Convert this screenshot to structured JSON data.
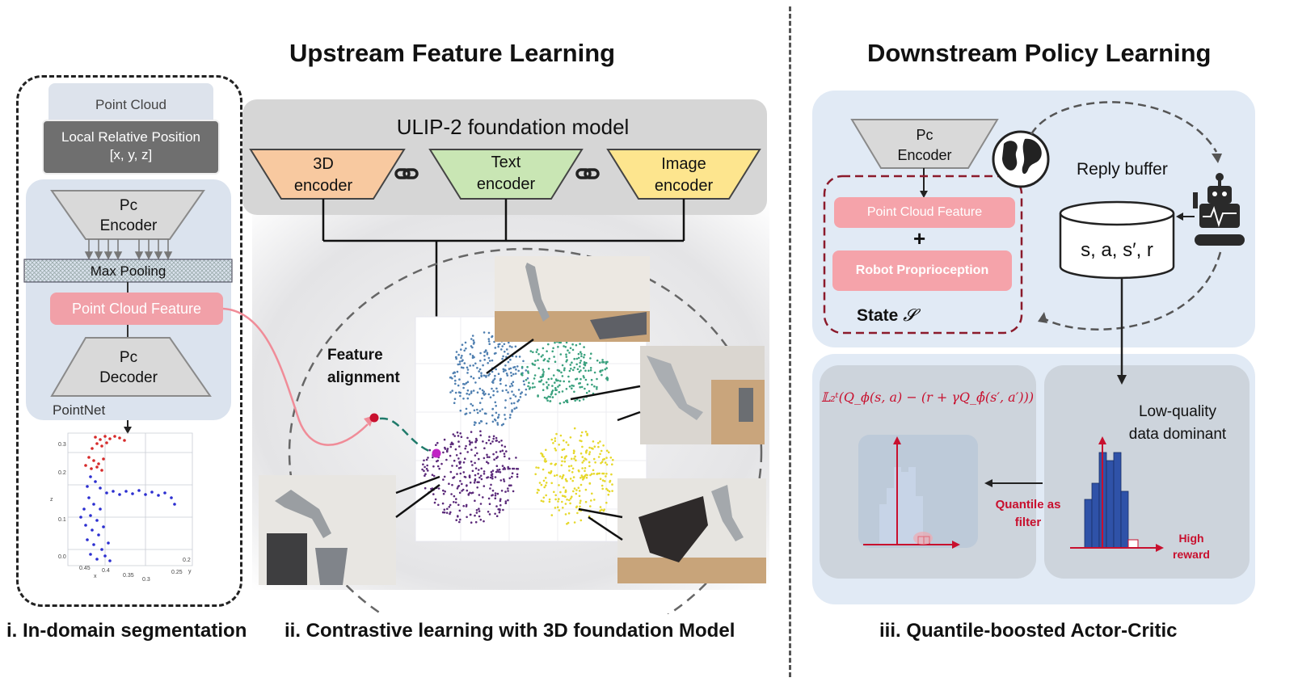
{
  "titles": {
    "upstream": "Upstream Feature Learning",
    "downstream": "Downstream Policy Learning"
  },
  "captions": {
    "i": "i. In-domain segmentation",
    "ii": "ii. Contrastive learning with 3D foundation Model",
    "iii": "iii. Quantile-boosted Actor-Critic"
  },
  "segmentation": {
    "point_cloud": "Point Cloud",
    "local_pos_line1": "Local Relative Position",
    "local_pos_line2": "[x, y, z]",
    "encoder_line1": "Pc",
    "encoder_line2": "Encoder",
    "max_pooling": "Max Pooling",
    "feature": "Point Cloud Feature",
    "decoder_line1": "Pc",
    "decoder_line2": "Decoder",
    "pointnet": "PointNet",
    "plot_ticks": [
      "0.3",
      "0.2",
      "0.1",
      "0.0",
      "z",
      "0.45",
      "0.4",
      "0.35",
      "0.3",
      "x",
      "0.2",
      "0.25",
      "y"
    ]
  },
  "contrastive": {
    "foundation_model": "ULIP-2 foundation model",
    "enc3d_line1": "3D",
    "enc3d_line2": "encoder",
    "text_line1": "Text",
    "text_line2": "encoder",
    "image_line1": "Image",
    "image_line2": "encoder",
    "alignment_line1": "Feature",
    "alignment_line2": "alignment",
    "cluster_colors": [
      "#4f7fb0",
      "#3aa17e",
      "#5b2a7a",
      "#e6d82b"
    ]
  },
  "policy": {
    "encoder_line1": "Pc",
    "encoder_line2": "Encoder",
    "feature": "Point Cloud Feature",
    "plus": "+",
    "proprio": "Robot Proprioception",
    "state_label": "State",
    "state_symbol": "𝓢",
    "reply_buffer": "Reply buffer",
    "buffer_content": "s, a, s′, r",
    "formula": "𝕃₂ᵗ(Q_ϕ(s, a) − (r + γQ_ϕ̂(s′, a′)))",
    "low_quality_line1": "Low-quality",
    "low_quality_line2": "data dominant",
    "quantile_line1": "Quantile as",
    "quantile_line2": "filter",
    "high_reward_line1": "High",
    "high_reward_line2": "reward"
  },
  "colors": {
    "accent_red": "#c8102e",
    "pink": "#f1a0a8",
    "state_border": "#8b1a2b",
    "bar_blue": "#2f52a8",
    "panel_bg": "#e3ecf6"
  }
}
